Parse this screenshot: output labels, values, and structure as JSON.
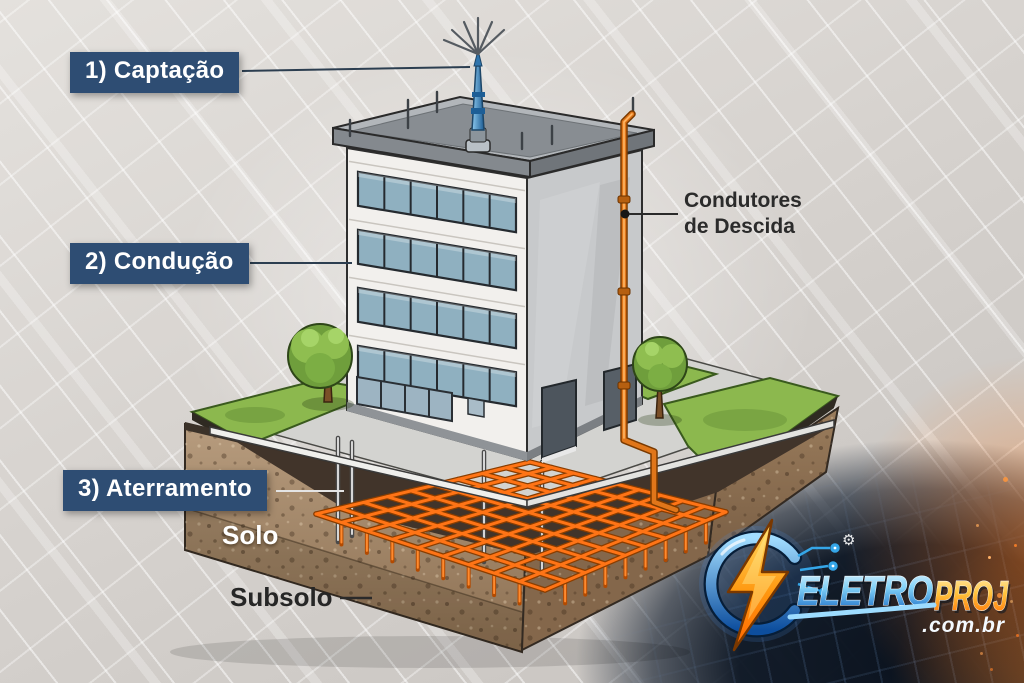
{
  "diagram": {
    "badges": [
      {
        "id": "captacao",
        "label": "1) Captação"
      },
      {
        "id": "conducao",
        "label": "2) Condução"
      },
      {
        "id": "aterramento",
        "label": "3) Aterramento"
      }
    ],
    "callout": {
      "line1": "Condutores",
      "line2": "de Descida"
    },
    "ground_labels": {
      "soil": "Solo",
      "subsoil": "Subsolo"
    }
  },
  "logo": {
    "brand_primary": "ELETRO",
    "brand_secondary": "PROJ",
    "domain": ".com.br"
  },
  "icons": {
    "gear_glyph": "⚙"
  },
  "colors": {
    "badge_bg": "#2e4d73",
    "badge_text": "#ffffff",
    "conductor_orange": "#e0761a",
    "mesh_orange": "#ff7416",
    "logo_blue": "#2d9ce8",
    "logo_orange": "#ff8a00",
    "background_light": "#d6d2ce",
    "corner_dark": "#0c1624"
  }
}
